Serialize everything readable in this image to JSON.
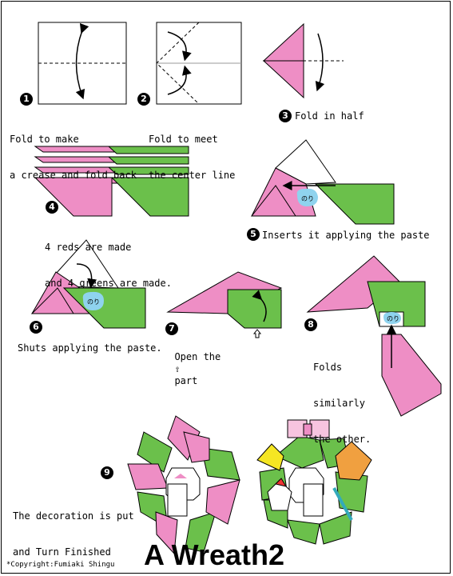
{
  "title": "A Wreath2",
  "copyright": "*Copyright:Fumiaki Shingu",
  "colors": {
    "pink": "#EE8EC5",
    "green": "#6BC04B",
    "paste": "#8FD3EE",
    "star": "#F5E623",
    "face": "#F0A040"
  },
  "paste_label": "のり",
  "steps": [
    {
      "number": "1",
      "text": [
        "Fold to make",
        "a crease and fold back"
      ]
    },
    {
      "number": "2",
      "text": [
        "Fold to meet",
        "the center line"
      ]
    },
    {
      "number": "3",
      "text": [
        "Fold in half"
      ]
    },
    {
      "number": "4",
      "text": [
        "4 reds are made",
        "and 4 greens are made."
      ]
    },
    {
      "number": "5",
      "text": [
        "Inserts it applying the paste"
      ]
    },
    {
      "number": "6",
      "text": [
        "Shuts applying the paste."
      ]
    },
    {
      "number": "7",
      "text": [
        "Open the",
        "part"
      ]
    },
    {
      "number": "8",
      "text": [
        "Folds",
        "similarly",
        "the other."
      ]
    },
    {
      "number": "9",
      "text": [
        "The decoration is put",
        "and Turn Finished"
      ]
    }
  ]
}
